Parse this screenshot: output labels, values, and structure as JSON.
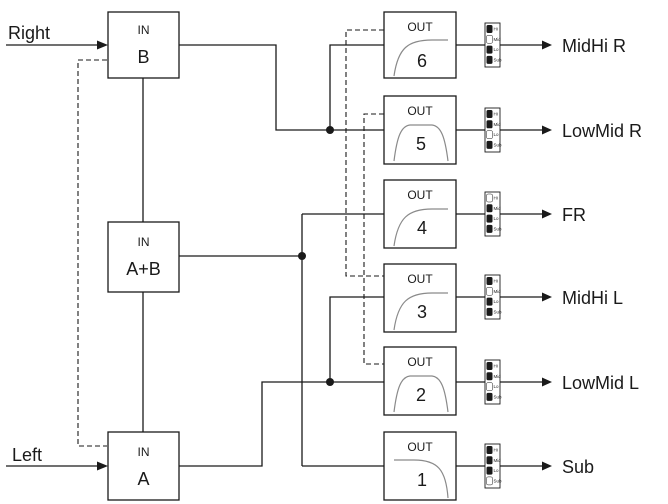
{
  "inputs": {
    "b": {
      "line1": "IN",
      "line2": "B"
    },
    "ab": {
      "line1": "IN",
      "line2": "A+B"
    },
    "a": {
      "line1": "IN",
      "line2": "A"
    },
    "right_label": "Right",
    "left_label": "Left"
  },
  "outputs": [
    {
      "line1": "OUT",
      "number": "6",
      "label": "MidHi R",
      "band": "Mid"
    },
    {
      "line1": "OUT",
      "number": "5",
      "label": "LowMid R",
      "band": "Lo"
    },
    {
      "line1": "OUT",
      "number": "4",
      "label": "FR",
      "band": "Hi"
    },
    {
      "line1": "OUT",
      "number": "3",
      "label": "MidHi L",
      "band": "Mid"
    },
    {
      "line1": "OUT",
      "number": "2",
      "label": "LowMid L",
      "band": "Lo"
    },
    {
      "line1": "OUT",
      "number": "1",
      "label": "Sub",
      "band": "Sub"
    }
  ],
  "band_labels": [
    "Hi",
    "Mid",
    "Lo",
    "Sub"
  ],
  "colors": {
    "line": "#1a1a1a",
    "curve": "#8a8a8a"
  }
}
